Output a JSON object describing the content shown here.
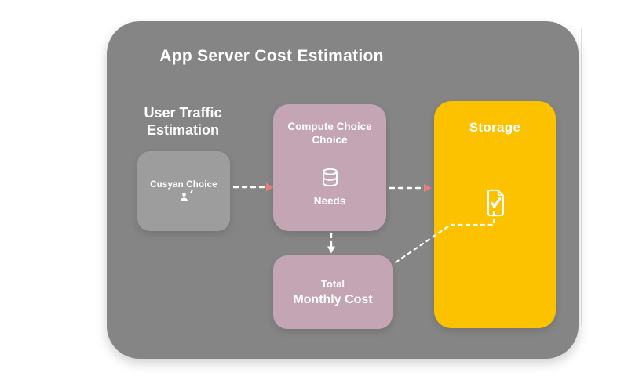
{
  "title": "App Server Cost Estimation",
  "user_traffic_label": {
    "line1": "User Traffic",
    "line2": "Estimation"
  },
  "nodes": {
    "user_choice": {
      "label": "Cusyan Choice",
      "icon": "user-icon"
    },
    "compute": {
      "title_line1": "Compute Choice",
      "title_line2": "Choice",
      "icon": "database-icon",
      "caption": "Needs"
    },
    "storage": {
      "title": "Storage",
      "icon": "document-check-icon"
    },
    "total": {
      "line1": "Total",
      "line2": "Monthly Cost"
    }
  },
  "colors": {
    "canvas_bg": "#ffffff",
    "card_bg": "#858585",
    "node_gray": "#9d9d9d",
    "node_pink": "#c4a5b4",
    "node_yellow": "#fcc200",
    "text": "#ffffff",
    "connector": "#ffffff",
    "arrowhead": "#e87f7c"
  }
}
